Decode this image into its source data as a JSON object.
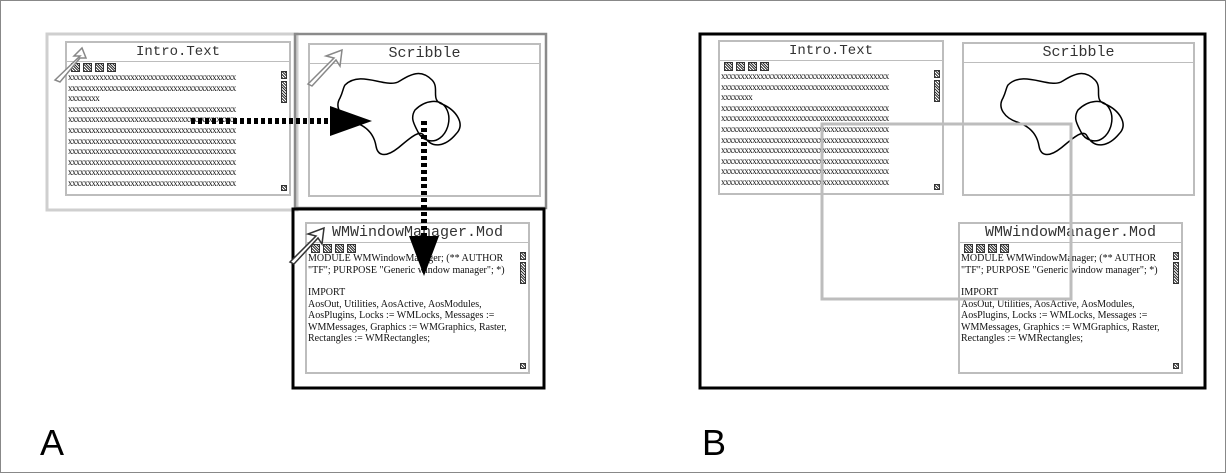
{
  "panels": [
    {
      "label": "A"
    },
    {
      "label": "B"
    }
  ],
  "windows": {
    "intro_title": "Intro.Text",
    "scribble_title": "Scribble",
    "wm_title": "WMWindowManager.Mod",
    "x_line": "xxxxxxxxxxxxxxxxxxxxxxxxxxxxxxxxxxxxxxxxxxx",
    "x_short": "xxxxxxxx",
    "x_last": "xxxxxxxxxxxxxxxxxxxxxxxxxxxxxxx",
    "code_1": "MODULE WMWindowManager; (** AUTHOR \"TF\"; PURPOSE \"Generic window manager\"; *)",
    "code_2": "IMPORT",
    "code_3": " AosOut, Utilities, AosActive, AosModules, AosPlugins,  Locks := WMLocks, Messages := WMMessages,  Graphics := WMGraphics, Raster, Rectangles := WMRectangles;"
  }
}
